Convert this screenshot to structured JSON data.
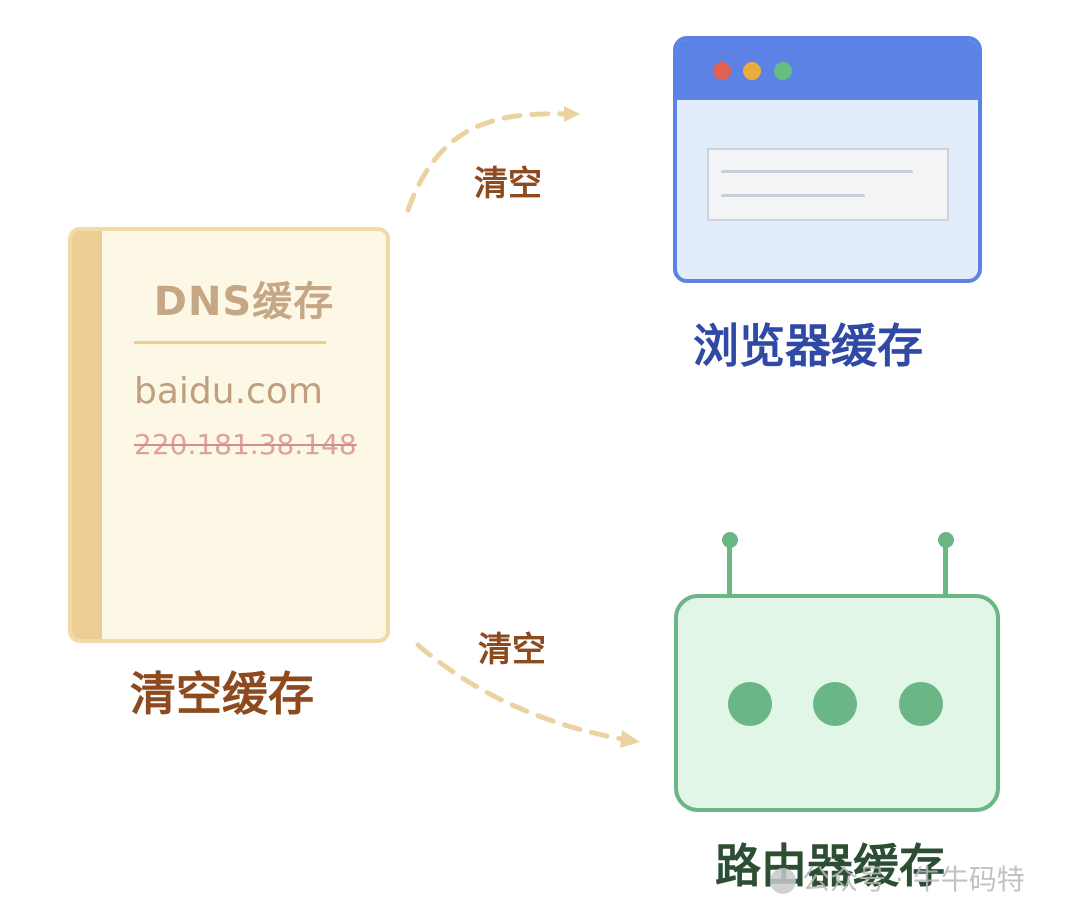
{
  "dns_cache": {
    "title": "DNS缓存",
    "domain": "baidu.com",
    "ip": "220.181.38.148",
    "label": "清空缓存"
  },
  "arrows": {
    "top_label": "清空",
    "bottom_label": "清空"
  },
  "browser_cache": {
    "label": "浏览器缓存"
  },
  "router_cache": {
    "label": "路由器缓存"
  },
  "watermark": {
    "text": "公众号 · 牛牛码特"
  },
  "colors": {
    "book_fill": "#fdf8e6",
    "book_border": "#f3d9a6",
    "brown_text": "#8d4a1f",
    "browser_blue": "#5b82e4",
    "router_green": "#6ab685",
    "arrow_dash": "#ebd3a1"
  }
}
